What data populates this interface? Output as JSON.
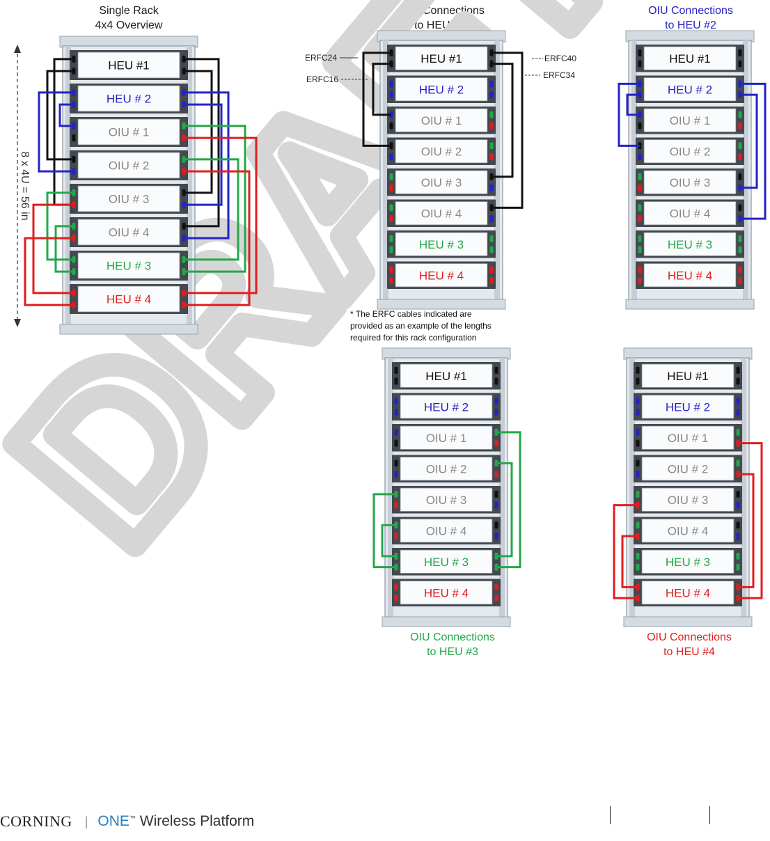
{
  "colors": {
    "heu1": "#111111",
    "heu2": "#2323c8",
    "heu3": "#23a84a",
    "heu4": "#e01e1e",
    "oiu": "#888888",
    "watermark": "#d6d6d6"
  },
  "panels": {
    "overview": {
      "title_line1": "Single Rack",
      "title_line2": "4x4 Overview",
      "dimension": "8 x 4U = 56 in",
      "units": [
        "HEU #1",
        "HEU # 2",
        "OIU # 1",
        "OIU # 2",
        "OIU # 3",
        "OIU # 4",
        "HEU # 3",
        "HEU # 4"
      ]
    },
    "heu1": {
      "title_line1": "OIU Connections",
      "title_line2": "to HEU #1*",
      "units": [
        "HEU #1",
        "HEU # 2",
        "OIU # 1",
        "OIU # 2",
        "OIU # 3",
        "OIU # 4",
        "HEU # 3",
        "HEU # 4"
      ],
      "cable_labels": {
        "left_top": "ERFC24",
        "left_bottom": "ERFC16",
        "right_top": "ERFC40",
        "right_bottom": "ERFC34"
      },
      "note_line1": "* The ERFC cables indicated are",
      "note_line2": "provided as an example of the lengths",
      "note_line3": "required for this rack configuration"
    },
    "heu2": {
      "title_line1": "OIU Connections",
      "title_line2": "to HEU #2",
      "units": [
        "HEU #1",
        "HEU # 2",
        "OIU # 1",
        "OIU # 2",
        "OIU # 3",
        "OIU # 4",
        "HEU # 3",
        "HEU # 4"
      ]
    },
    "heu3": {
      "title_line1": "OIU Connections",
      "title_line2": "to HEU #3",
      "units": [
        "HEU #1",
        "HEU # 2",
        "OIU # 1",
        "OIU # 2",
        "OIU # 3",
        "OIU # 4",
        "HEU # 3",
        "HEU # 4"
      ]
    },
    "heu4": {
      "title_line1": "OIU Connections",
      "title_line2": "to HEU #4",
      "units": [
        "HEU #1",
        "HEU # 2",
        "OIU # 1",
        "OIU # 2",
        "OIU # 3",
        "OIU # 4",
        "HEU # 3",
        "HEU # 4"
      ]
    }
  },
  "watermark": "DRAFT",
  "footer": {
    "brand": "CORNING",
    "separator": "|",
    "product_one": "ONE",
    "product_tm": "™",
    "product_rest": " Wireless Platform"
  }
}
